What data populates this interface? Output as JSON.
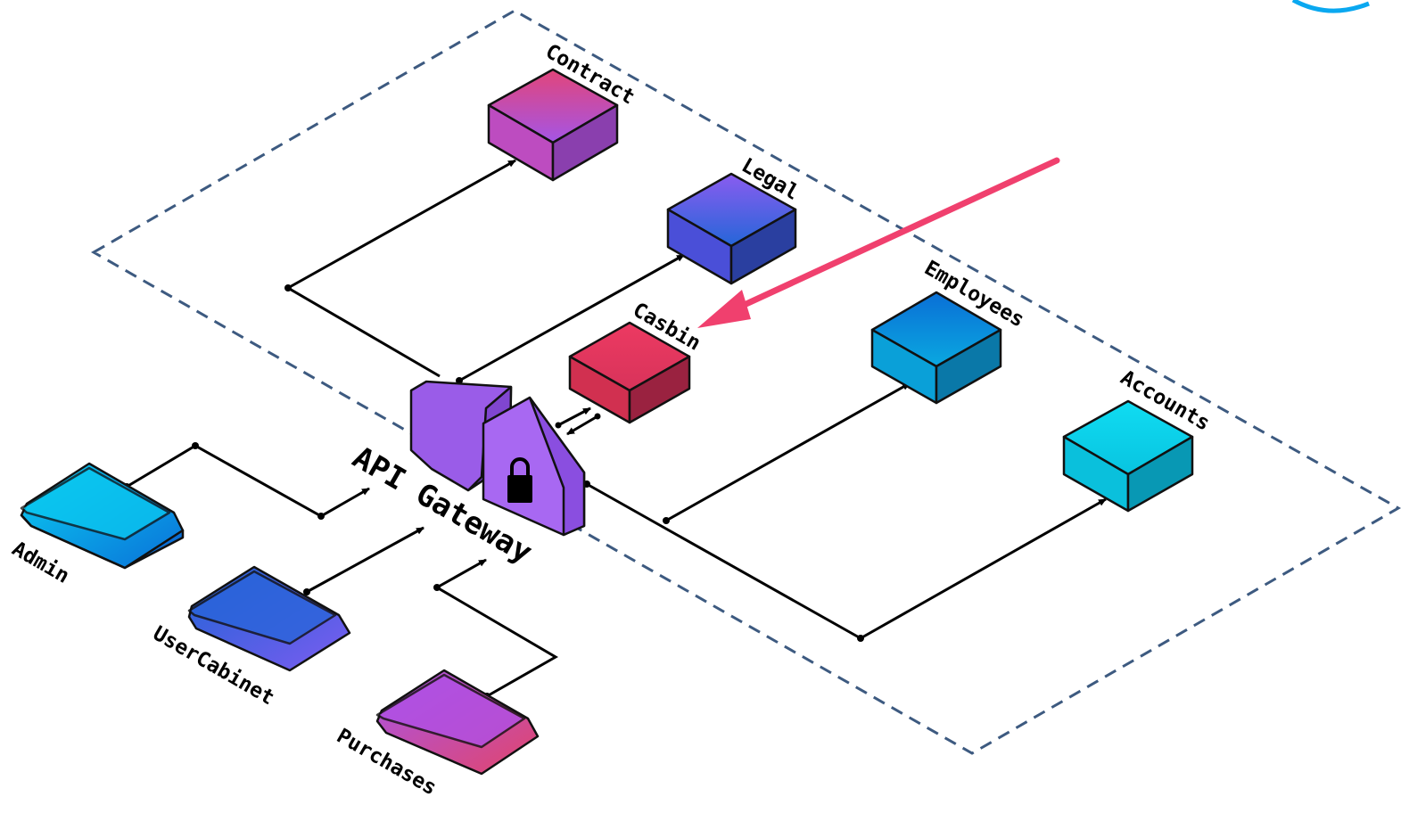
{
  "gateway": {
    "label": "API Gateway",
    "lock_icon": "padlock-icon"
  },
  "services": [
    {
      "id": "contract",
      "label": "Contract"
    },
    {
      "id": "legal",
      "label": "Legal"
    },
    {
      "id": "casbin",
      "label": "Casbin"
    },
    {
      "id": "employees",
      "label": "Employees"
    },
    {
      "id": "accounts",
      "label": "Accounts"
    }
  ],
  "clients": [
    {
      "id": "admin",
      "label": "Admin"
    },
    {
      "id": "usercabinet",
      "label": "UserCabinet"
    },
    {
      "id": "purchases",
      "label": "Purchases"
    }
  ],
  "colors": {
    "boundary": "#3d5a80",
    "highlight_arrow": "#f0406e",
    "contract": [
      "#e2457a",
      "#a155e6"
    ],
    "legal": [
      "#8a5cf0",
      "#1f64d6"
    ],
    "casbin": [
      "#e8345f",
      "#c92d55"
    ],
    "employees": [
      "#0a6fd6",
      "#0aa8e0"
    ],
    "accounts": [
      "#0ad6ee",
      "#08b8d6"
    ],
    "admin": [
      "#0ac8f0",
      "#0a6fd6"
    ],
    "usercabinet": [
      "#1f64d6",
      "#7a5cf0"
    ],
    "purchases": [
      "#b350e8",
      "#e2456a"
    ],
    "gateway": "#9a5ce8"
  }
}
